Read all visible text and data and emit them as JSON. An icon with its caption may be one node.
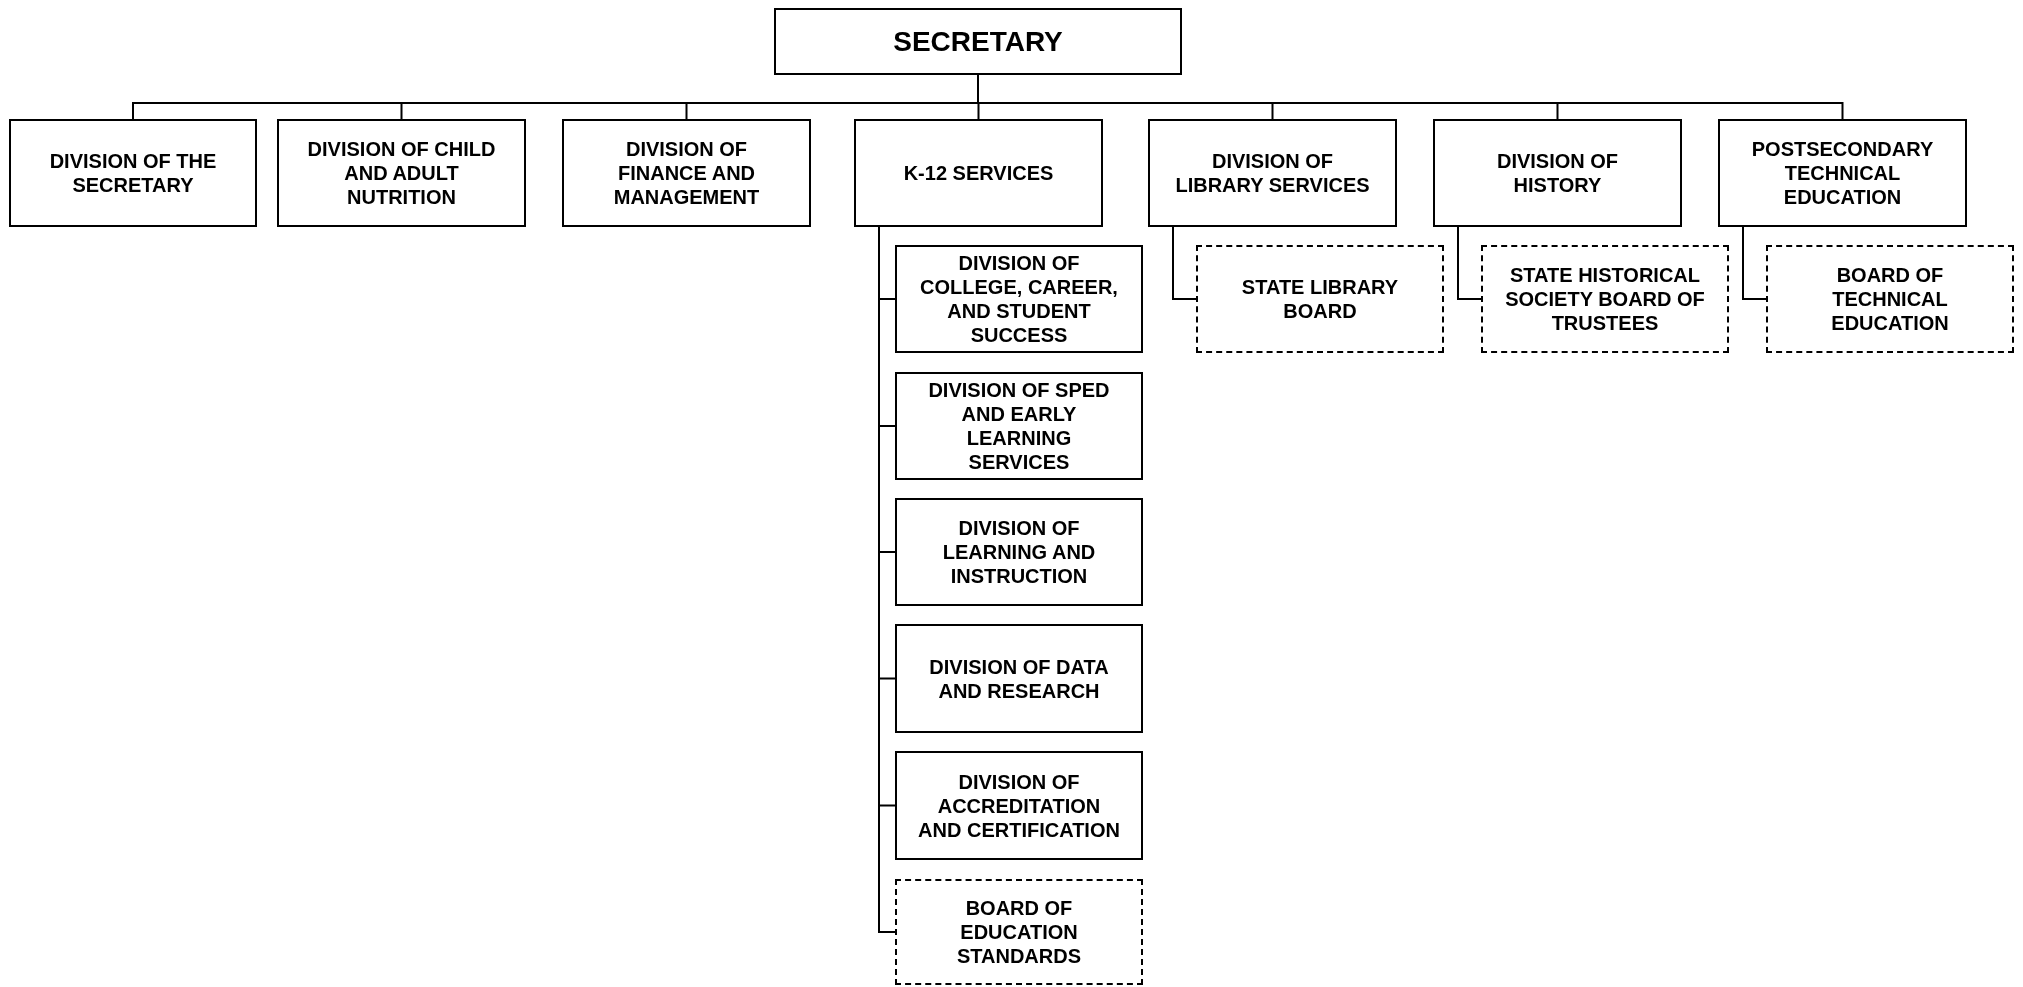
{
  "diagram": {
    "nodes": [
      {
        "text": [
          "SECRETARY"
        ]
      },
      {
        "text": [
          "DIVISION OF THE SECRETARY"
        ]
      },
      {
        "text": [
          "DIVISION OF CHILD AND ADULT NUTRITION"
        ]
      },
      {
        "text": [
          "DIVISION OF FINANCE AND MANAGEMENT"
        ]
      },
      {
        "text": [
          "K-12 SERVICES"
        ]
      },
      {
        "text": [
          "DIVISION OF LIBRARY SERVICES"
        ]
      },
      {
        "text": [
          "DIVISION OF HISTORY"
        ]
      },
      {
        "text": [
          "POSTSECONDARY TECHNICAL EDUCATION"
        ]
      },
      {
        "text": [
          "DIVISION OF COLLEGE, CAREER, AND STUDENT SUCCESS"
        ]
      },
      {
        "text": [
          "DIVISION OF SPED AND EARLY LEARNING SERVICES"
        ]
      },
      {
        "text": [
          "DIVISION OF LEARNING AND INSTRUCTION"
        ]
      },
      {
        "text": [
          "DIVISION OF DATA AND RESEARCH"
        ]
      },
      {
        "text": [
          "DIVISION OF ACCREDITATION AND CERTIFICATION"
        ]
      },
      {
        "text": [
          "BOARD OF EDUCATION STANDARDS"
        ]
      },
      {
        "text": [
          "STATE LIBRARY BOARD"
        ]
      },
      {
        "text": [
          "STATE HISTORICAL SOCIETY BOARD OF TRUSTEES"
        ]
      },
      {
        "text": [
          "BOARD OF TECHNICAL EDUCATION"
        ]
      }
    ],
    "edges": [
      {
        "from": 0,
        "to": 1,
        "arrow": "none"
      },
      {
        "from": 0,
        "to": 2,
        "arrow": "none"
      },
      {
        "from": 0,
        "to": 3,
        "arrow": "none"
      },
      {
        "from": 0,
        "to": 4,
        "arrow": "none"
      },
      {
        "from": 0,
        "to": 5,
        "arrow": "none"
      },
      {
        "from": 0,
        "to": 6,
        "arrow": "none"
      },
      {
        "from": 0,
        "to": 7,
        "arrow": "none"
      },
      {
        "from": 4,
        "to": 8,
        "arrow": "none"
      },
      {
        "from": 4,
        "to": 9,
        "arrow": "none"
      },
      {
        "from": 4,
        "to": 10,
        "arrow": "none"
      },
      {
        "from": 4,
        "to": 11,
        "arrow": "none"
      },
      {
        "from": 4,
        "to": 12,
        "arrow": "none"
      },
      {
        "from": 4,
        "to": 13,
        "arrow": "none"
      },
      {
        "from": 5,
        "to": 14,
        "arrow": "none"
      },
      {
        "from": 6,
        "to": 15,
        "arrow": "none"
      },
      {
        "from": 7,
        "to": 16,
        "arrow": "none"
      }
    ]
  }
}
